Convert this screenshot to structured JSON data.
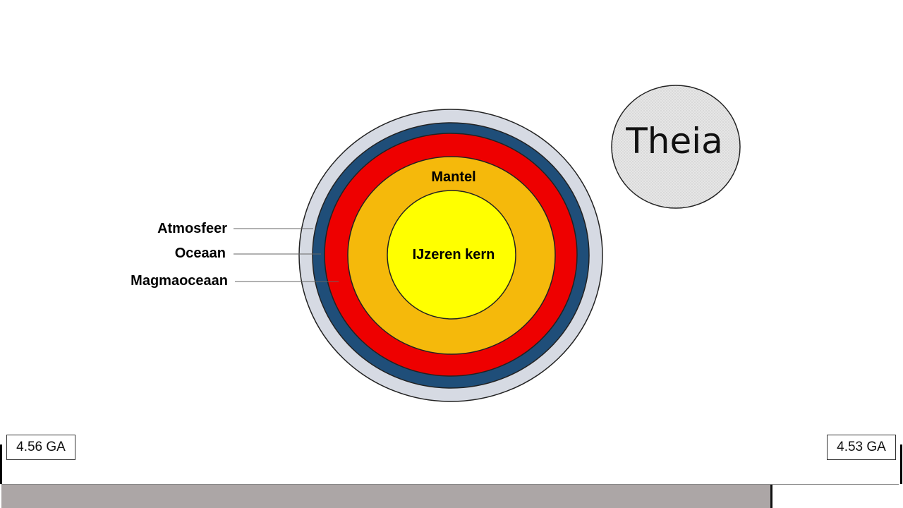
{
  "diagram": {
    "layers": {
      "atmosphere": {
        "label": "Atmosfeer",
        "color": "#d6dae3"
      },
      "ocean": {
        "label": "Oceaan",
        "color": "#1f4e79"
      },
      "magma_ocean": {
        "label": "Magmaoceaan",
        "color": "#ee0000"
      },
      "mantle": {
        "label": "Mantel",
        "color": "#f5b90b"
      },
      "core": {
        "label": "IJzeren kern",
        "color": "#ffff00"
      }
    },
    "impactor": {
      "label": "Theia",
      "color": "#e4e4e4"
    }
  },
  "timeline": {
    "start_label": "4.56 GA",
    "end_label": "4.53 GA",
    "progress": 0.857,
    "fill_color": "#aca6a6"
  }
}
